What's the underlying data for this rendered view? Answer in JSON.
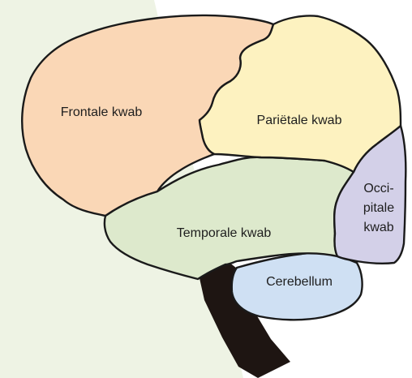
{
  "diagram": {
    "regions": [
      {
        "id": "frontal",
        "label": "Frontale kwab",
        "color": "#fad7b6"
      },
      {
        "id": "parietal",
        "label": "Pariëtale kwab",
        "color": "#fdf2c0"
      },
      {
        "id": "occipital",
        "label_lines": [
          "Occi-",
          "pitale",
          "kwab"
        ],
        "color": "#d3d0e8"
      },
      {
        "id": "temporal",
        "label": "Temporale kwab",
        "color": "#dde9cc"
      },
      {
        "id": "cerebellum",
        "label": "Cerebellum",
        "color": "#cfe0f3"
      }
    ],
    "brainstem_color": "#1e1512",
    "background_panel_color": "#eef3e4"
  }
}
